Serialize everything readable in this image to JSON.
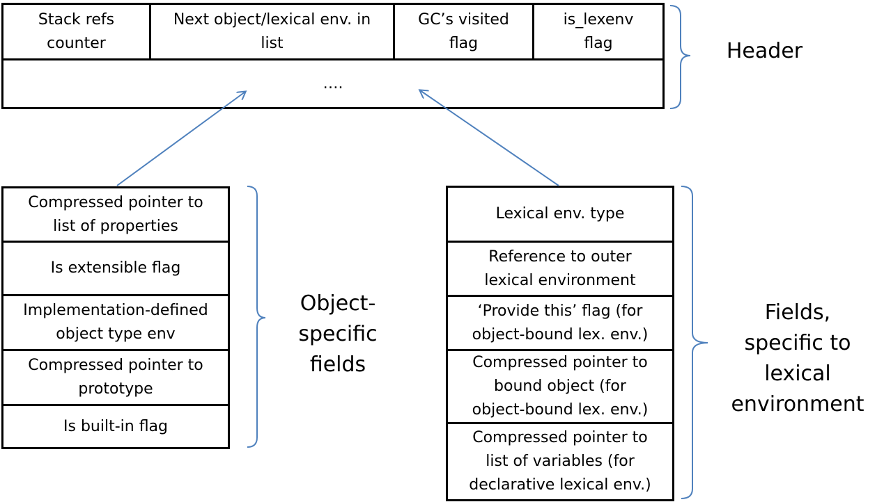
{
  "header_struct": {
    "fields": [
      "Stack refs\ncounter",
      "Next object/lexical env. in\nlist",
      "GC’s visited\nflag",
      "is_lexenv\nflag"
    ],
    "continuation": "….",
    "label": "Header"
  },
  "object_fields": {
    "items": [
      "Compressed pointer to\nlist of properties",
      "Is extensible flag",
      "Implementation-defined\nobject type env",
      "Compressed pointer to\nprototype",
      "Is built-in flag"
    ],
    "label": "Object-\nspecific\nfields"
  },
  "lexenv_fields": {
    "items": [
      "Lexical env. type",
      "Reference to outer\nlexical environment",
      "‘Provide this’ flag (for\nobject-bound lex. env.)",
      "Compressed pointer to\nbound object (for\nobject-bound lex. env.)",
      "Compressed pointer to\nlist of variables (for\ndeclarative lexical env.)"
    ],
    "label": "Fields,\nspecific to\nlexical\nenvironment"
  },
  "colors": {
    "connector": "#4f81bd",
    "border": "#000000"
  }
}
